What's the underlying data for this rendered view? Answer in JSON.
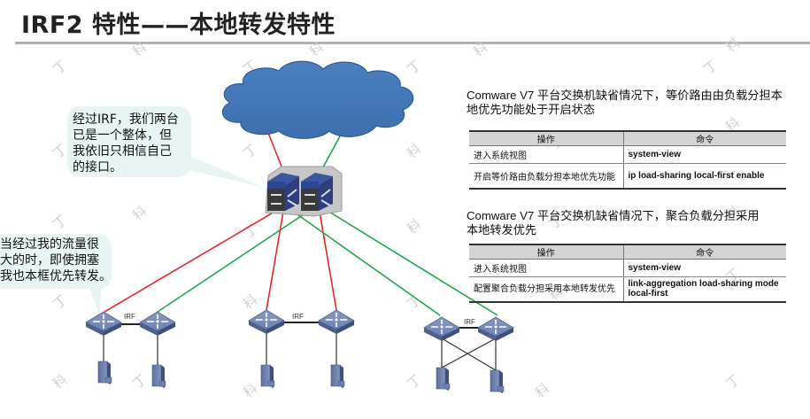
{
  "title": "IRF2 特性——本地转发特性",
  "watermark": {
    "chars": [
      "丁",
      "科"
    ]
  },
  "bubbles": {
    "top": {
      "lines": [
        "经过IRF，我们两台",
        "已是一个整体，但",
        "我依旧只相信自己",
        "的接口。"
      ]
    },
    "left": {
      "lines": [
        "当经过我的流量很",
        "大的时，即使拥塞",
        "我也本框优先转发。"
      ]
    }
  },
  "topology": {
    "cloud": "network-cloud",
    "core": "irf-core-switch-stack",
    "link_colors": {
      "red": "#e8262a",
      "green": "#1fa84a",
      "black": "#222222"
    },
    "groups": [
      {
        "name": "group-1",
        "irf_label": "IRF",
        "hosts": 2,
        "cabling": "straight"
      },
      {
        "name": "group-2",
        "irf_label": "IRF",
        "hosts": 2,
        "cabling": "straight"
      },
      {
        "name": "group-3",
        "irf_label": "IRF",
        "hosts": 2,
        "cabling": "cross"
      }
    ]
  },
  "section1": {
    "description_lines": [
      "Comware V7 平台交换机缺省情况下，等价路由由负载分担本",
      "地优先功能处于开启状态"
    ],
    "table": {
      "headers": [
        "操作",
        "命令"
      ],
      "rows": [
        {
          "op": "进入系统视图",
          "cmd": "system-view"
        },
        {
          "op": "开启等价路由负载分担本地优先功能",
          "cmd": "ip load-sharing local-first enable"
        }
      ]
    }
  },
  "section2": {
    "description_lines": [
      "Comware V7 平台交换机缺省情况下，聚合负载分担采用",
      "本地转发优先"
    ],
    "table": {
      "headers": [
        "操作",
        "命令"
      ],
      "rows": [
        {
          "op": "进入系统视图",
          "cmd": "system-view"
        },
        {
          "op": "配置聚合负载分担采用本地转发优先",
          "cmd": "link-aggregation  load-sharing  mode local-first"
        }
      ]
    }
  }
}
